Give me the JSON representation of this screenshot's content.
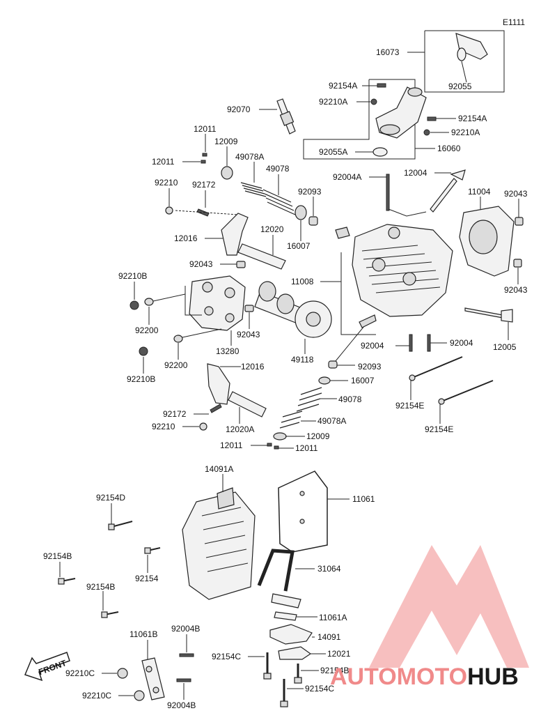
{
  "diagram_code": "E1111",
  "labels": {
    "l16073": "16073",
    "l92055": "92055",
    "l92154A_1": "92154A",
    "l92210A_1": "92210A",
    "l92070": "92070",
    "l92154A_2": "92154A",
    "l92210A_2": "92210A",
    "l92055A": "92055A",
    "l16060": "16060",
    "l12011_1": "12011",
    "l12009_1": "12009",
    "l12011_2": "12011",
    "l49078A_1": "49078A",
    "l49078_1": "49078",
    "l92004A": "92004A",
    "l12004": "12004",
    "l92210_1": "92210",
    "l92172_1": "92172",
    "l92093_1": "92093",
    "l11004": "11004",
    "l92043_1": "92043",
    "l12016_1": "12016",
    "l12020": "12020",
    "l16007_1": "16007",
    "l92043_2": "92043",
    "l11008": "11008",
    "l92043_3": "92043",
    "l92210B_1": "92210B",
    "l92200_1": "92200",
    "l92043_4": "92043",
    "l13280": "13280",
    "l49118": "49118",
    "l92004_1": "92004",
    "l92004_2": "92004",
    "l12005": "12005",
    "l92210B_2": "92210B",
    "l92200_2": "92200",
    "l12016_2": "12016",
    "l92093_2": "92093",
    "l16007_2": "16007",
    "l49078_2": "49078",
    "l92154E_1": "92154E",
    "l92172_2": "92172",
    "l49078A_2": "49078A",
    "l92210_2": "92210",
    "l12020A": "12020A",
    "l12009_2": "12009",
    "l92154E_2": "92154E",
    "l12011_3": "12011",
    "l12011_4": "12011",
    "l14091A": "14091A",
    "l11061": "11061",
    "l92154D": "92154D",
    "l92154B_1": "92154B",
    "l92154": "92154",
    "l31064": "31064",
    "l92154B_2": "92154B",
    "l11061A": "11061A",
    "l11061B": "11061B",
    "l92004B_1": "92004B",
    "l14091": "14091",
    "l92154C_1": "92154C",
    "l12021": "12021",
    "l92210C_1": "92210C",
    "l92154B_3": "92154B",
    "l92210C_2": "92210C",
    "l92154C_2": "92154C",
    "l92004B_2": "92004B"
  },
  "front_marker": "FRONT",
  "watermark": {
    "part1": "AUTO",
    "part2": "MOTO",
    "part3": "HUB"
  },
  "colors": {
    "watermark_dark": "#1a1a1a",
    "watermark_light": "#f08a8a",
    "line": "#222222"
  }
}
